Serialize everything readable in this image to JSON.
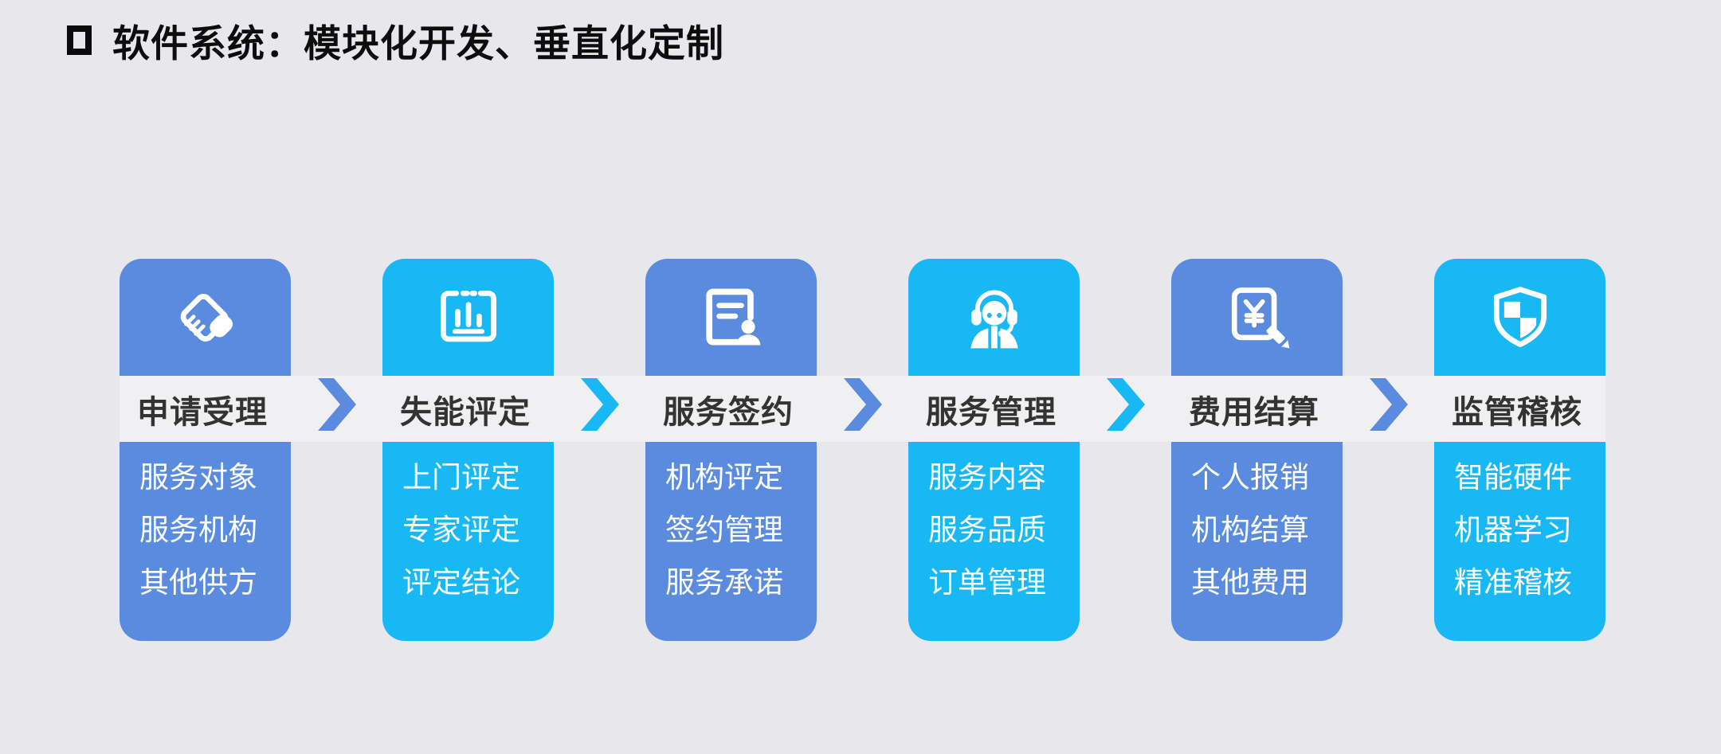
{
  "title": {
    "text": "软件系统：模块化开发、垂直化定制"
  },
  "colors": {
    "periwinkle": "#5A8BDF",
    "cyan": "#17B8F4",
    "background": "#E8E8EC",
    "band": "#F0F0F2",
    "title_text": "#333333"
  },
  "flow": {
    "cards": [
      {
        "title": "申请受理",
        "color": "periwinkle",
        "icon": "handshake-icon",
        "items": [
          "服务对象",
          "服务机构",
          "其他供方"
        ]
      },
      {
        "title": "失能评定",
        "color": "cyan",
        "icon": "assessment-chart-icon",
        "items": [
          "上门评定",
          "专家评定",
          "评定结论"
        ]
      },
      {
        "title": "服务签约",
        "color": "periwinkle",
        "icon": "contract-person-icon",
        "items": [
          "机构评定",
          "签约管理",
          "服务承诺"
        ]
      },
      {
        "title": "服务管理",
        "color": "cyan",
        "icon": "support-agent-icon",
        "items": [
          "服务内容",
          "服务品质",
          "订单管理"
        ]
      },
      {
        "title": "费用结算",
        "color": "periwinkle",
        "icon": "billing-pencil-icon",
        "items": [
          "个人报销",
          "机构结算",
          "其他费用"
        ]
      },
      {
        "title": "监管稽核",
        "color": "cyan",
        "icon": "shield-check-icon",
        "items": [
          "智能硬件",
          "机器学习",
          "精准稽核"
        ]
      }
    ],
    "arrows": [
      "periwinkle",
      "cyan",
      "periwinkle",
      "cyan",
      "periwinkle"
    ]
  }
}
